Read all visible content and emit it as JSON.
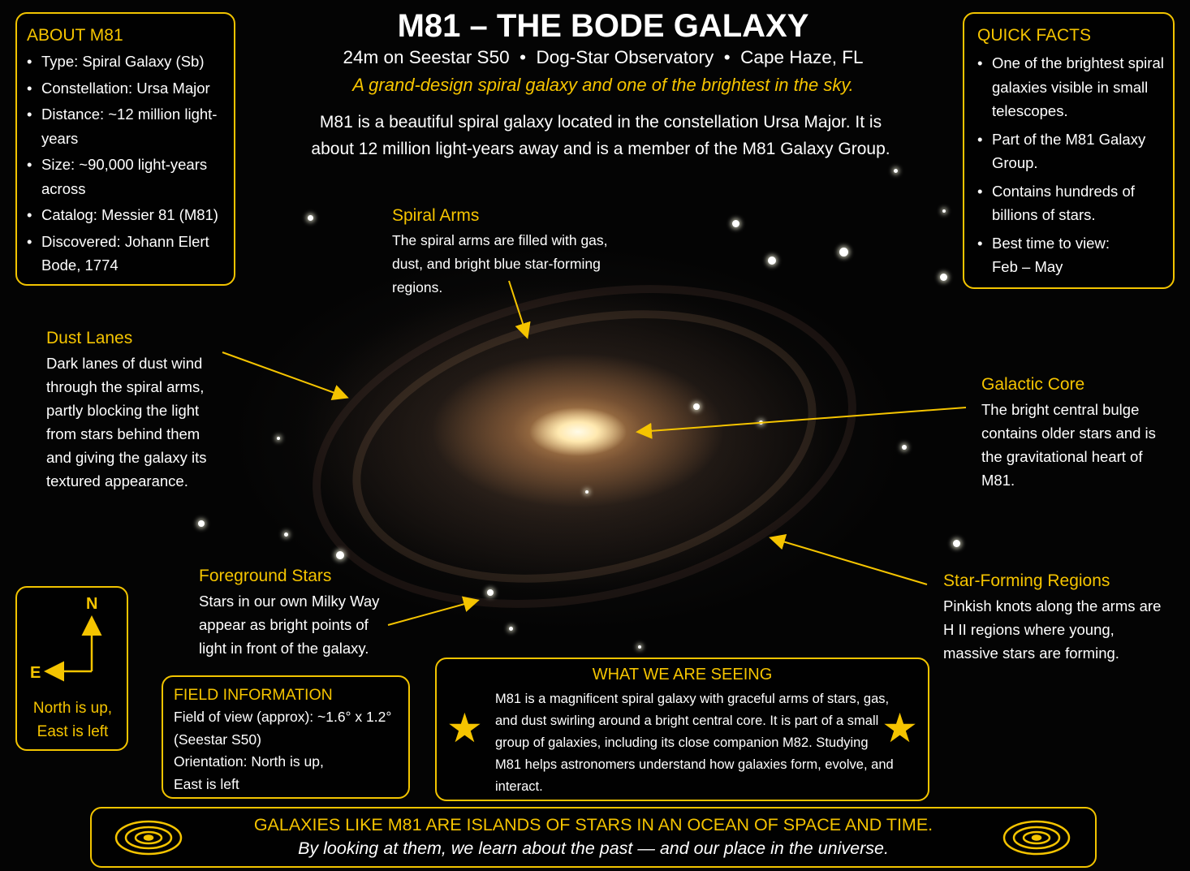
{
  "header": {
    "title": "M81 – THE BODE GALAXY",
    "subtitle": "24m on Seestar S50  •  Dog-Star Observatory  •  Cape Haze, FL",
    "tagline": "A grand-design spiral galaxy and one of the brightest in the sky.",
    "intro": "M81 is a beautiful spiral galaxy located in the constellation Ursa Major. It is about 12 million light-years away and is a member of the M81 Galaxy Group."
  },
  "about": {
    "title": "ABOUT M81",
    "items": [
      "Type: Spiral Galaxy (Sb)",
      "Constellation: Ursa Major",
      "Distance: ~12 million light-years",
      "Size: ~90,000 light-years across",
      "Catalog: Messier 81 (M81)",
      "Discovered: Johann Elert Bode, 1774"
    ]
  },
  "facts": {
    "title": "QUICK FACTS",
    "items": [
      "One of the brightest spiral galaxies visible in small telescopes.",
      "Part of the M81 Galaxy Group.",
      "Contains hundreds of billions of stars.",
      "Best time to view: Feb – May"
    ]
  },
  "annotations": {
    "spiral_arms": {
      "title": "Spiral Arms",
      "text": "The spiral arms are filled with gas, dust, and bright blue star-forming regions."
    },
    "dust_lanes": {
      "title": "Dust Lanes",
      "text": "Dark lanes of dust wind through the spiral arms, partly blocking the light from stars behind them and giving the galaxy its textured appearance."
    },
    "galactic_core": {
      "title": "Galactic Core",
      "text": "The bright central bulge contains older stars and is the gravitational heart of M81."
    },
    "foreground_stars": {
      "title": "Foreground Stars",
      "text": "Stars in our own Milky Way appear as bright points of light in front of the galaxy."
    },
    "star_forming": {
      "title": "Star-Forming Regions",
      "text": "Pinkish knots along the arms are H II regions where young, massive stars are forming."
    }
  },
  "compass": {
    "north": "N",
    "east": "E",
    "caption": "North is up, East is left"
  },
  "field": {
    "title": "FIELD INFORMATION",
    "line1": "Field of view (approx): ~1.6° x 1.2°",
    "line2": "(Seestar S50)",
    "line3": "Orientation: North is up,",
    "line4": "East is left"
  },
  "seeing": {
    "title": "WHAT WE ARE SEEING",
    "text": "M81 is a magnificent spiral galaxy with graceful arms of stars, gas, and dust swirling around a bright central core. It is part of a small group of galaxies, including its close companion M82. Studying M81 helps astronomers understand how galaxies form, evolve, and interact."
  },
  "footer": {
    "line1": "GALAXIES LIKE M81 ARE ISLANDS OF STARS IN AN OCEAN OF SPACE AND TIME.",
    "line2": "By looking at them, we learn about the past — and our place in the universe."
  },
  "colors": {
    "accent": "#f5c400",
    "background": "#050505",
    "text": "#ffffff"
  }
}
